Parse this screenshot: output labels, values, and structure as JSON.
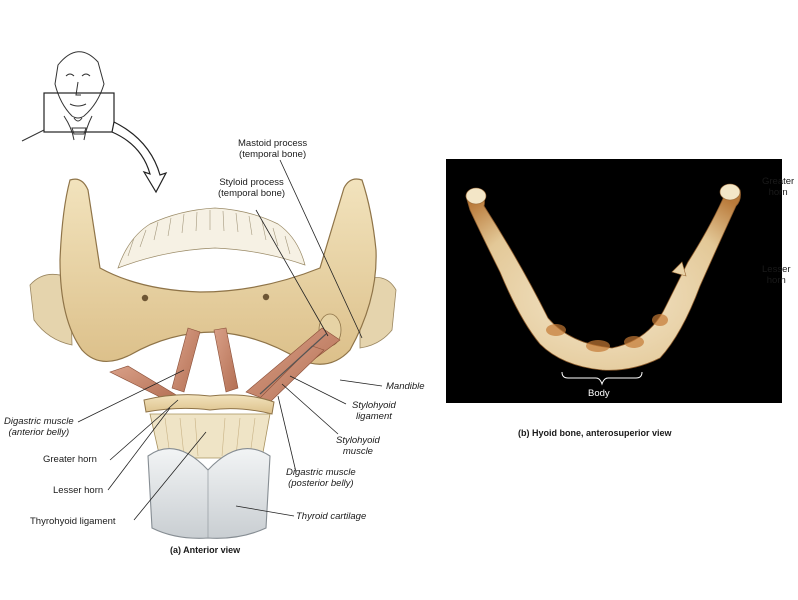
{
  "left_figure": {
    "labels": {
      "mastoid": [
        "Mastoid process",
        "(temporal bone)"
      ],
      "styloid": [
        "Styloid process",
        "(temporal bone)"
      ],
      "mandible": "Mandible",
      "stylohyoid_ligament": [
        "Stylohyoid",
        "ligament"
      ],
      "stylohyoid_muscle": [
        "Stylohyoid",
        "muscle"
      ],
      "digastric_posterior": [
        "Digastric muscle",
        "(posterior belly)"
      ],
      "thyroid_cartilage": "Thyroid cartilage",
      "digastric_anterior": [
        "Digastric muscle",
        "(anterior belly)"
      ],
      "greater_horn": "Greater horn",
      "lesser_horn": "Lesser horn",
      "thyrohyoid_ligament": "Thyrohyoid ligament"
    },
    "caption": "(a) Anterior view"
  },
  "right_figure": {
    "labels": {
      "greater_horn": [
        "Greater",
        "horn"
      ],
      "lesser_horn": [
        "Lesser",
        "horn"
      ],
      "body": "Body"
    },
    "caption": "(b) Hyoid bone, anterosuperior view"
  },
  "colors": {
    "bone": "#eedcb0",
    "bone_shadow": "#c9a86a",
    "muscle": "#c98a6e",
    "cartilage": "#dfe3e6",
    "photo_background": "#000000"
  }
}
